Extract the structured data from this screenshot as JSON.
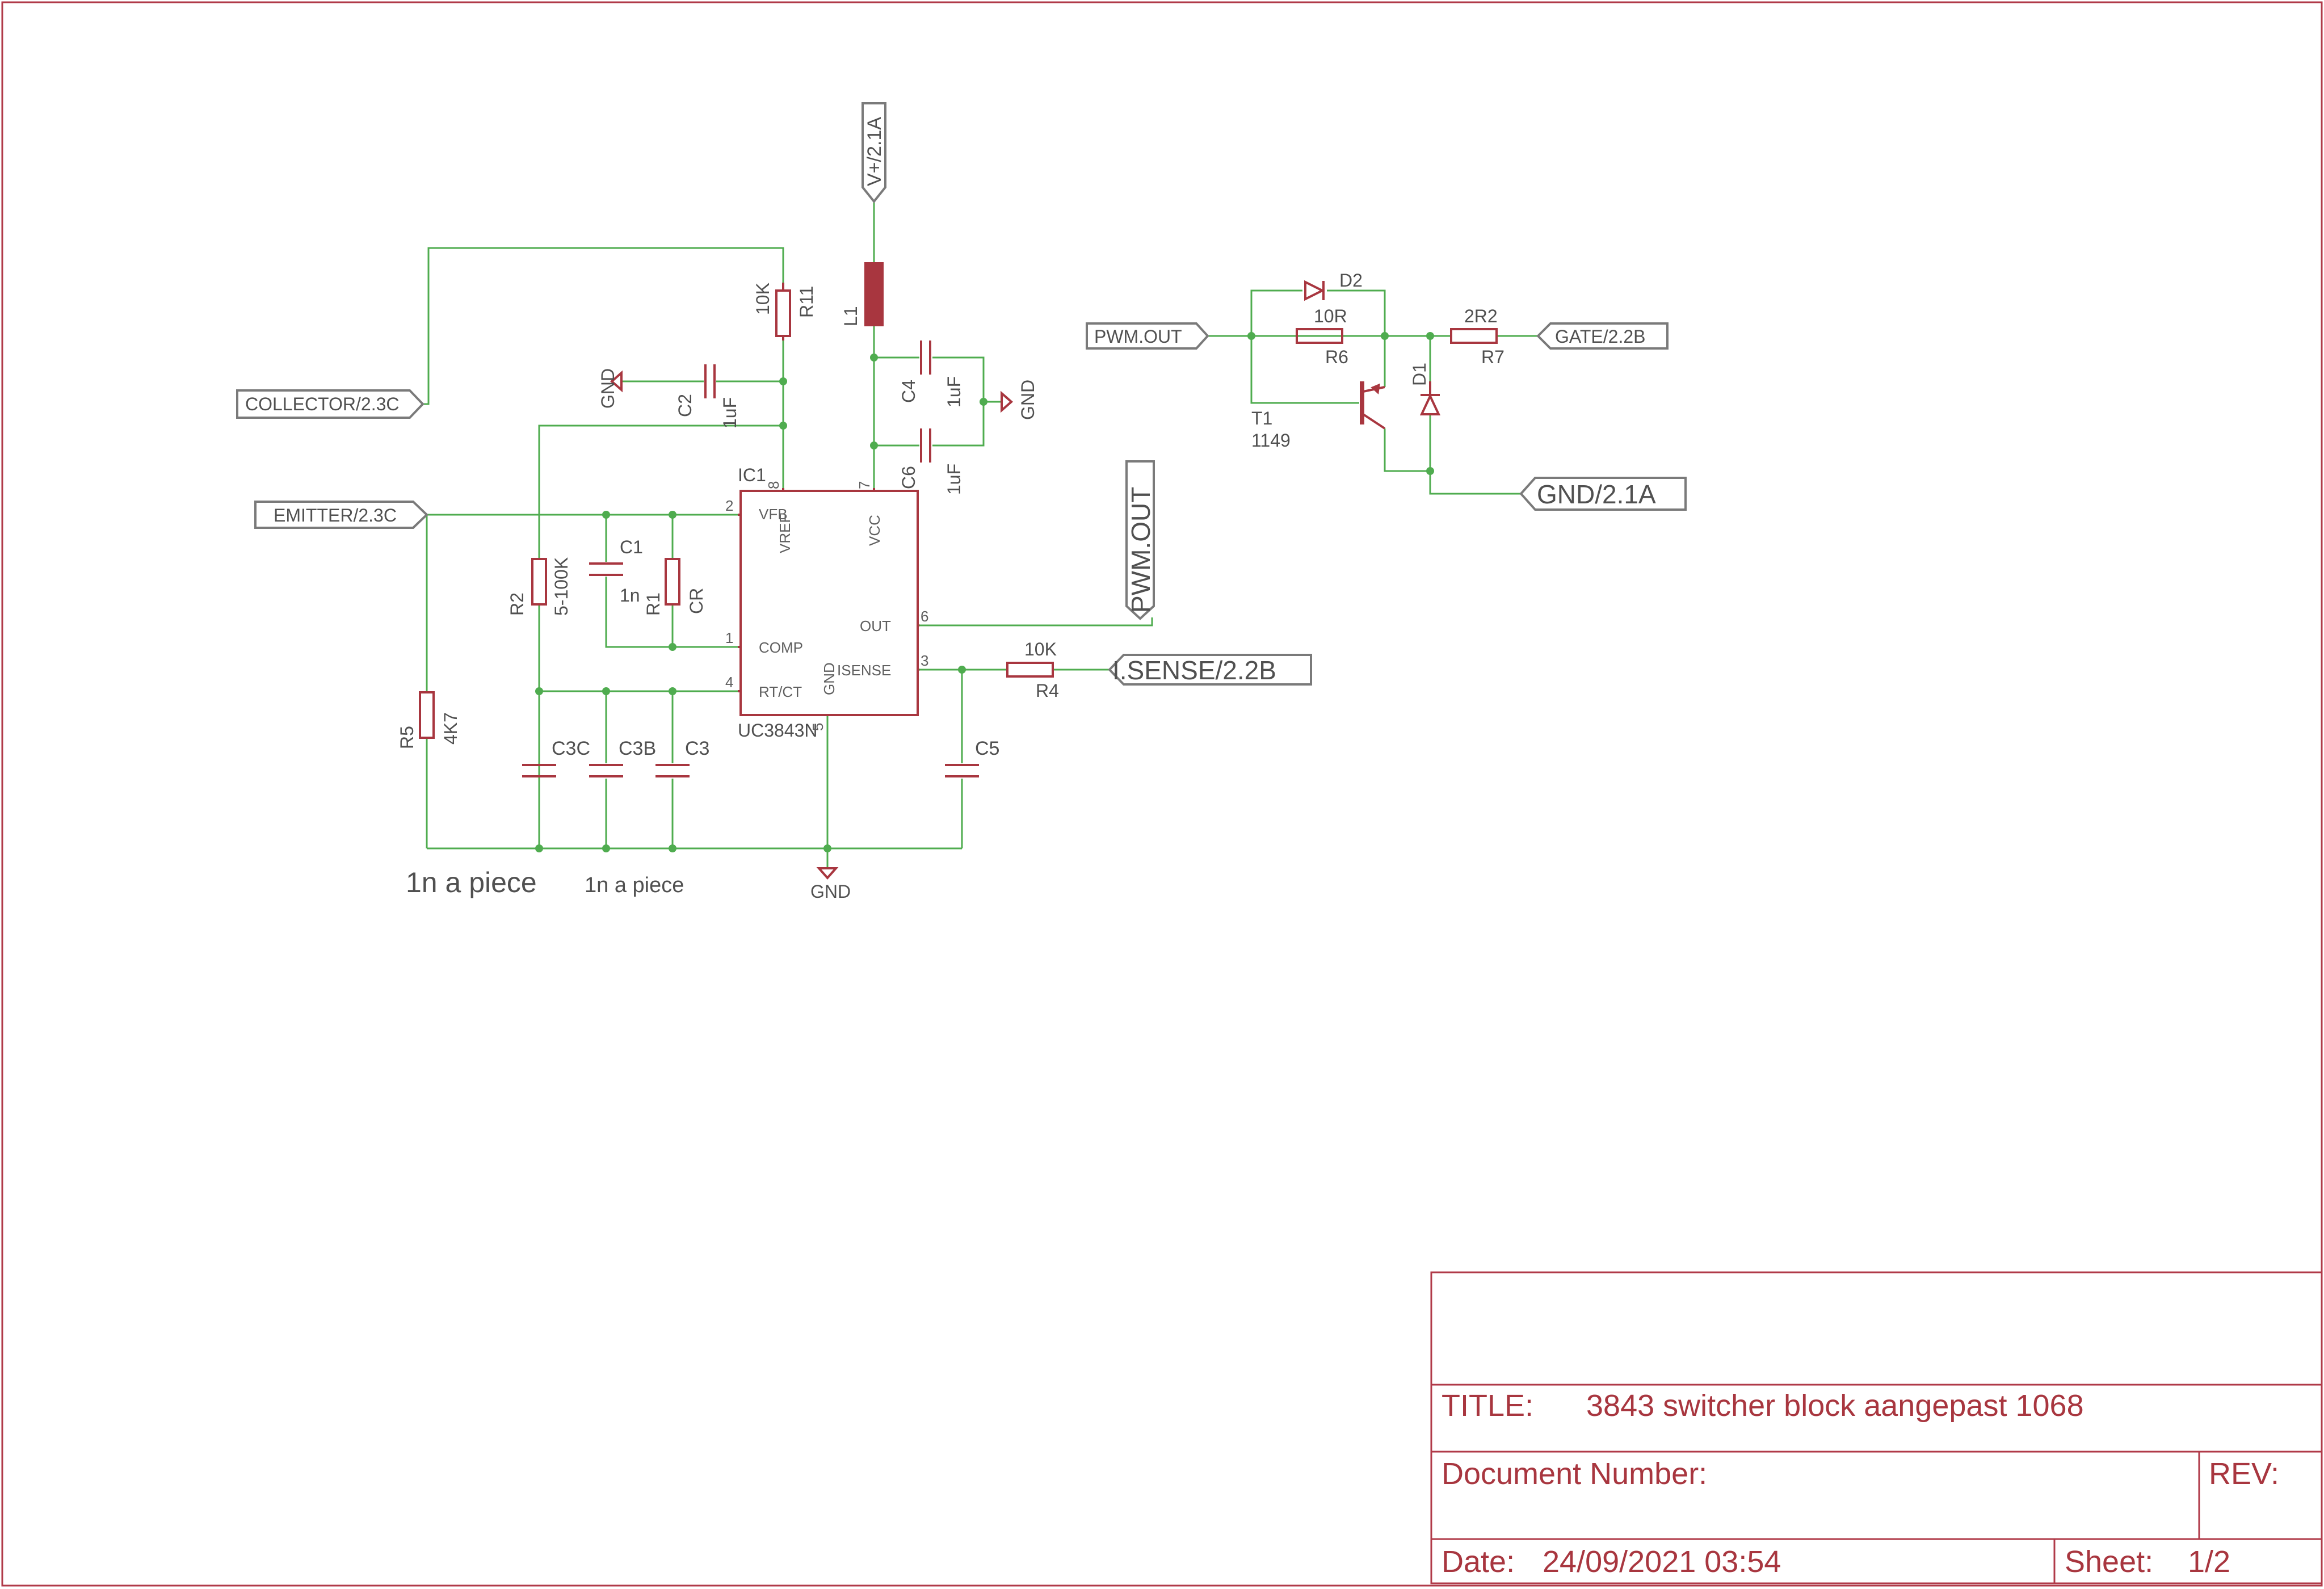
{
  "title_block": {
    "title_label": "TITLE:",
    "title": "3843 switcher block aangepast 1068",
    "document_number_label": "Document Number:",
    "rev_label": "REV:",
    "date_label": "Date:",
    "date": "24/09/2021 03:54",
    "sheet_label": "Sheet:",
    "sheet": "1/2"
  },
  "ports": {
    "vplus": "V+/2.1A",
    "collector": "COLLECTOR/2.3C",
    "emitter": "EMITTER/2.3C",
    "pwm_out_big": "PWM.OUT",
    "isense": "I.SENSE/2.2B",
    "pwm_out_in": "PWM.OUT",
    "gate": "GATE/2.2B",
    "gnd_out": "GND/2.1A"
  },
  "ic": {
    "name": "IC1",
    "value": "UC3843N",
    "pins": {
      "vfb": "VFB",
      "vref": "VREF",
      "vcc": "VCC",
      "out": "OUT",
      "comp": "COMP",
      "gnd": "GND",
      "isense": "ISENSE",
      "rtct": "RT/CT"
    },
    "pin_numbers": {
      "p8": "8",
      "p7": "7",
      "p6": "6",
      "p2": "2",
      "p1": "1",
      "p4": "4",
      "p3": "3",
      "p5": "5"
    }
  },
  "components": {
    "r11_name": "R11",
    "r11_value": "10K",
    "l1_name": "L1",
    "c2_name": "C2",
    "c2_value": "1uF",
    "c4_name": "C4",
    "c4_value": "1uF",
    "c6_name": "C6",
    "c6_value": "1uF",
    "r2_name": "R2",
    "r2_value": "5-100K",
    "c1_name": "C1",
    "c1_value": "1n",
    "r1_name": "R1",
    "r1_value": "CR",
    "r5_name": "R5",
    "r5_value": "4K7",
    "c3c_name": "C3C",
    "c3b_name": "C3B",
    "c3_name": "C3",
    "c5_name": "C5",
    "r4_name": "R4",
    "r4_value": "10K",
    "d2_name": "D2",
    "r6_name": "R6",
    "r6_value": "10R",
    "r7_name": "R7",
    "r7_value": "2R2",
    "d1_name": "D1",
    "t1_name": "T1",
    "t1_value": "1149"
  },
  "supply": {
    "gnd_c2": "GND",
    "gnd_c4": "GND",
    "gnd_bottom": "GND"
  },
  "notes": {
    "note_large": "1n a piece",
    "note_small": "1n a piece"
  }
}
